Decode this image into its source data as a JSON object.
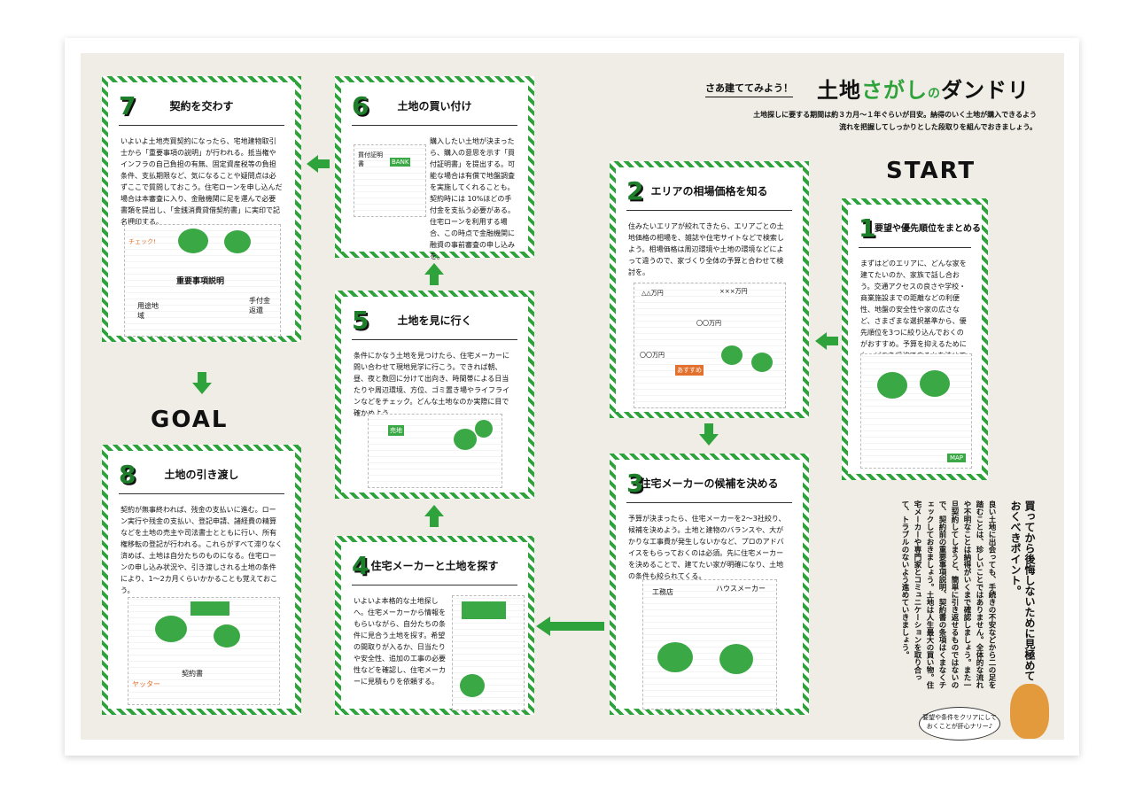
{
  "header": {
    "small": "さあ建ててみよう！",
    "big_a": "土地",
    "big_b": "さがし",
    "big_c": "の",
    "big_d": "ダンドリ",
    "lead1": "土地探しに要する期間は約３カ月〜１年ぐらいが目安。納得のいく土地が購入できるよう",
    "lead2": "流れを把握してしっかりとした段取りを組んでおきましょう。"
  },
  "start_label": "START",
  "goal_label": "GOAL",
  "steps": [
    {
      "num": "1",
      "title": "要望や優先順位をまとめる",
      "body": "まずはどのエリアに、どんな家を建てたいのか、家族で話し合おう。交通アクセスの良さや学校・商業施設までの距離などの利便性、地盤の安全性や家の広さなど、さまざまな選択基準から、優先順位を3つに絞り込んでおくのがおすすめ。予算を抑えるためにも、どこを妥協できるかを決めておくのがポイント。決断をスムーズにするために、希望を明確にしておこう。"
    },
    {
      "num": "2",
      "title": "エリアの相場価格を知る",
      "body": "住みたいエリアが絞れてきたら、エリアごとの土地価格の相場を、雑誌や住宅サイトなどで検索しよう。相場価格は周辺環境や土地の環境などによって違うので、家づくり全体の予算と合わせて検討を。"
    },
    {
      "num": "3",
      "title": "住宅メーカーの候補を決める",
      "body": "予算が決まったら、住宅メーカーを2〜3社絞り、候補を決めよう。土地と建物のバランスや、大がかりな工事費が発生しないかなど、プロのアドバイスをもらっておくのは必須。先に住宅メーカーを決めることで、建てたい家が明確になり、土地の条件も絞られてくる。"
    },
    {
      "num": "4",
      "title": "住宅メーカーと土地を探す",
      "body": "いよいよ本格的な土地探しへ。住宅メーカーから情報をもらいながら、自分たちの条件に見合う土地を探す。希望の間取りが入るか、日当たりや安全性、追加の工事の必要性などを確認し、住宅メーカーに見積もりを依頼する。"
    },
    {
      "num": "5",
      "title": "土地を見に行く",
      "body": "条件にかなう土地を見つけたら、住宅メーカーに問い合わせて現地見学に行こう。できれば朝、昼、夜と数回に分けて出向き、時間帯による日当たりや周辺環境、方位、ゴミ置き場やライフラインなどをチェック。どんな土地なのか実際に目で確かめよう。"
    },
    {
      "num": "6",
      "title": "土地の買い付け",
      "body": "購入したい土地が決まったら、購入の意思を示す「買付証明書」を提出する。可能な場合は有償で地盤調査を実施してくれることも。契約時には 10%ほどの手付金を支払う必要がある。住宅ローンを利用する場合、この時点で金融機関に融資の事前審査の申し込みを。"
    },
    {
      "num": "7",
      "title": "契約を交わす",
      "body": "いよいよ土地売買契約になったら、宅地建物取引士から「重要事項の説明」が行われる。抵当権やインフラの自己負担の有無、固定資産税等の負担条件、支払期限など、気になることや疑問点は必ずここで質問しておこう。住宅ローンを申し込んだ場合は本審査に入り、金融機関に足を運んで必要書類を提出し、「金銭消費貸借契約書」に実印で記名押印する。"
    },
    {
      "num": "8",
      "title": "土地の引き渡し",
      "body": "契約が無事終われば、残金の支払いに進む。ローン実行や残金の支払い、登記申請、諸経費の精算などを土地の売主や司法書士とともに行い、所有権移転の登記が行われる。これらがすべて滞りなく済めば、土地は自分たちのものになる。住宅ローンの申し込み状況や、引き渡しされる土地の条件により、1〜2カ月くらいかかることも覚えておこう。"
    }
  ],
  "illustration_labels": {
    "s6_doc": "買付証明書",
    "s6_bank": "BANK",
    "s7_doc1": "重要事項説明",
    "s7_doc2": "用途地域",
    "s7_doc3": "手付金返還",
    "s7_check": "チェック!",
    "s5_sign": "売地",
    "s3_a": "工務店",
    "s3_b": "ハウスメーカー",
    "s2_price1": "×××万円",
    "s2_price2": "〇〇万円",
    "s2_price3": "〇〇万円",
    "s2_price4": "△△万円",
    "s2_shop": "あすすめ",
    "s8_doc": "契約書",
    "s8_cheer": "ヤッター",
    "s1_map": "MAP"
  },
  "advice": {
    "title": "買ってから後悔しないために見極めておくべきポイント。",
    "body": "良い土地に出会っても、手続きの不安などから二の足を踏むことは、珍しいことではありません。全体的な流れや不明なことは納得がいくまで確認しましょう。また一旦契約してしまうと、簡単に引き返せるものではないので、契約前の重要事項説明、契約書の条項はくまなくチェックしておきましょう。土地は人生最大の買い物。住宅メーカーや専門家とコミュニケーションを取り合って、トラブルのないよう進めていきましょう。"
  },
  "bubble": "要望や条件をクリアにしておくことが肝心ナリー♪",
  "colors": {
    "accent": "#2fa33b",
    "paper": "#efede6"
  }
}
